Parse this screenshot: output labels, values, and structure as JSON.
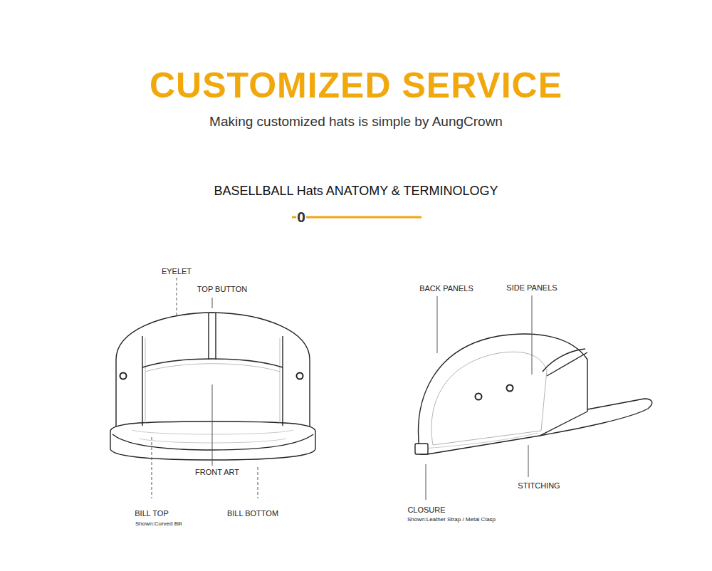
{
  "diagram": {
    "title": "CUSTOMIZED SERVICE",
    "labels": [
      "Making customized hats is simple by AungCrown",
      "BASELLBALL Hats ANATOMY & TERMINOLOGY",
      "0",
      "EYELET",
      "TOP BUTTON",
      "FRONT ART",
      "BILL TOP",
      "Shown:Curved Bill",
      "BILL BOTTOM",
      "BACK PANELS",
      "SIDE PANELS",
      "STITCHING",
      "CLOSURE",
      "Shown:Leather Strap / Metal Clasp"
    ]
  }
}
